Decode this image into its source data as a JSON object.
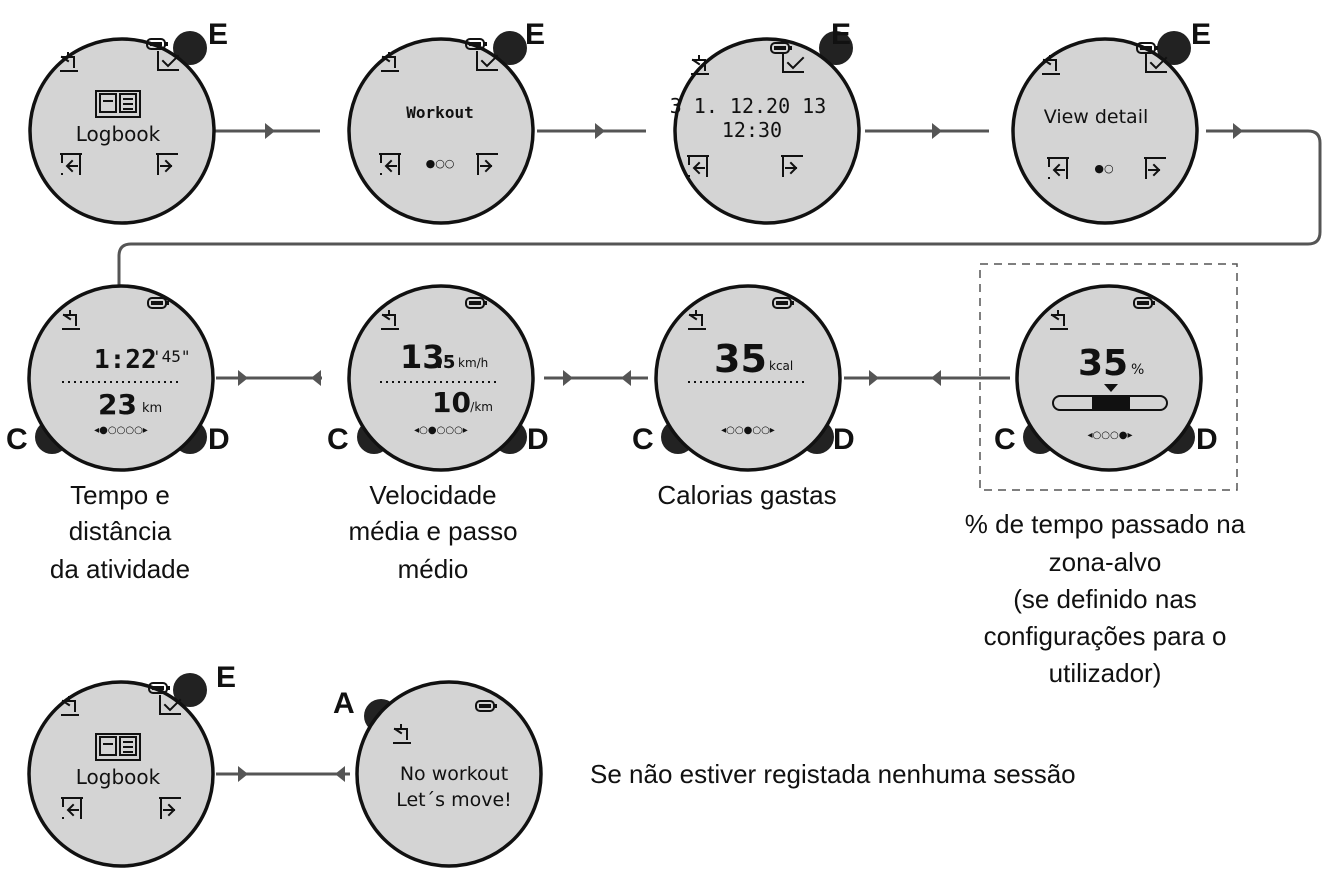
{
  "buttons": {
    "E": "E",
    "C": "C",
    "D": "D",
    "A": "A"
  },
  "row1": {
    "logbook": {
      "label": "Logbook"
    },
    "workout": {
      "label": "Workout",
      "dots": "●○○"
    },
    "date": {
      "date": "3 1. 12.20 13",
      "time": "12:30"
    },
    "view_detail": {
      "label": "View detail",
      "dots": "●○"
    }
  },
  "row2": {
    "time_distance": {
      "time_main": "1:22",
      "time_sec": "'45\"",
      "distance": "23",
      "distance_unit": "km",
      "dots": "◂●○○○○▸"
    },
    "speed_pace": {
      "speed": "13",
      "speed_dec": ".5",
      "speed_unit": "km/h",
      "pace": "10",
      "pace_unit": "'/km",
      "dots": "◂○●○○○▸"
    },
    "calories": {
      "value": "35",
      "unit": "kcal",
      "dots": "◂○○●○○▸"
    },
    "zone": {
      "value": "35",
      "unit": "%",
      "dots": "◂○○○●▸"
    }
  },
  "row3": {
    "logbook": {
      "label": "Logbook"
    },
    "no_workout": {
      "line1": "No workout",
      "line2": "Let´s move!"
    }
  },
  "captions": {
    "time_distance": [
      "Tempo e",
      "distância",
      "da atividade"
    ],
    "speed_pace": [
      "Velocidade",
      "média e passo",
      "médio"
    ],
    "calories": [
      "Calorias gastas"
    ],
    "zone": [
      "% de tempo passado na",
      "zona-alvo",
      "(se definido nas",
      "configurações para o",
      "utilizador)"
    ],
    "no_session": "Se não estiver registada nenhuma sessão"
  }
}
